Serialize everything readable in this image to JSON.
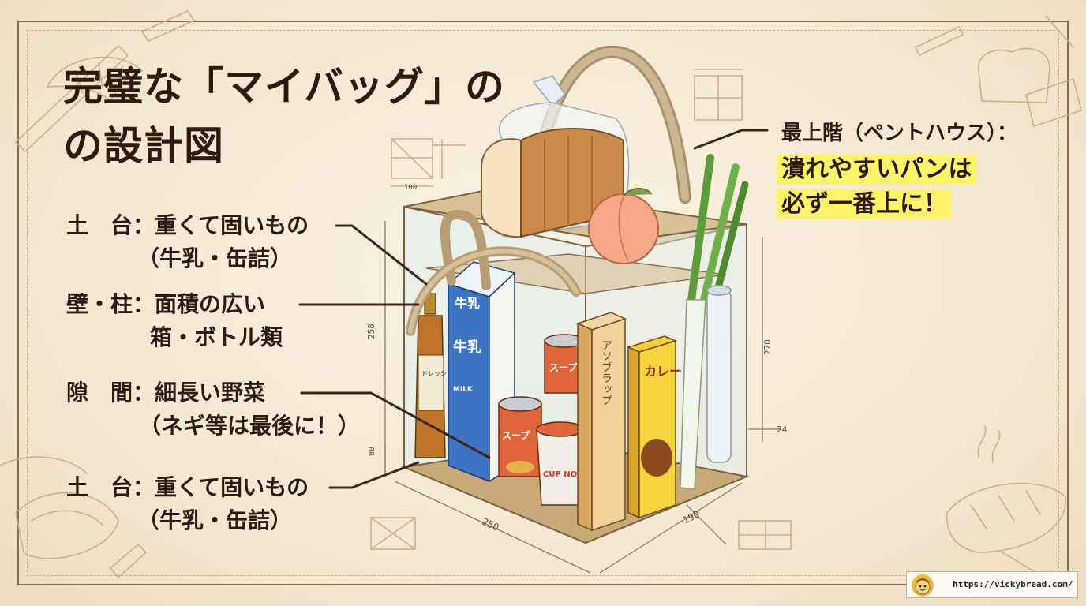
{
  "title": {
    "line1": "完璧な「マイバッグ」の",
    "line2": "の設計図"
  },
  "labels": {
    "top_left": {
      "heading": "土　台：重くて固いもの",
      "sub": "（牛乳・缶詰）"
    },
    "walls": {
      "heading": "壁・柱：面積の広い",
      "sub": "箱・ボトル類"
    },
    "gaps": {
      "heading": "隙　間：細長い野菜",
      "sub": "（ネギ等は最後に！）"
    },
    "base": {
      "heading": "土　台：重くて固いもの",
      "sub": "（牛乳・缶詰）"
    }
  },
  "penthouse": {
    "heading": "最上階（ペントハウス）：",
    "line1": "潰れやすいパンは",
    "line2": "必ず一番上に！"
  },
  "illustration": {
    "milk_text": "牛乳",
    "milk_side": "牛乳",
    "milk_en": "MILK",
    "can_text": "スープ",
    "can_text2": "スープ",
    "cup_text": "CUP NOODLE",
    "box_text": "アソブラップ",
    "curry_text": "カレー",
    "bottle_text": "ドレッシング",
    "dim_width": "250",
    "dim_depth": "190",
    "dim_height_left": "258",
    "dim_height_right": "270",
    "dim_small_left": "80",
    "dim_small_right": "24",
    "dim_blueprint_top": "100"
  },
  "footer": {
    "url": "https://vickybread.com/"
  },
  "colors": {
    "accent_yellow": "#fff36a",
    "ink": "#2a1a10",
    "leader": "#3b2616"
  }
}
